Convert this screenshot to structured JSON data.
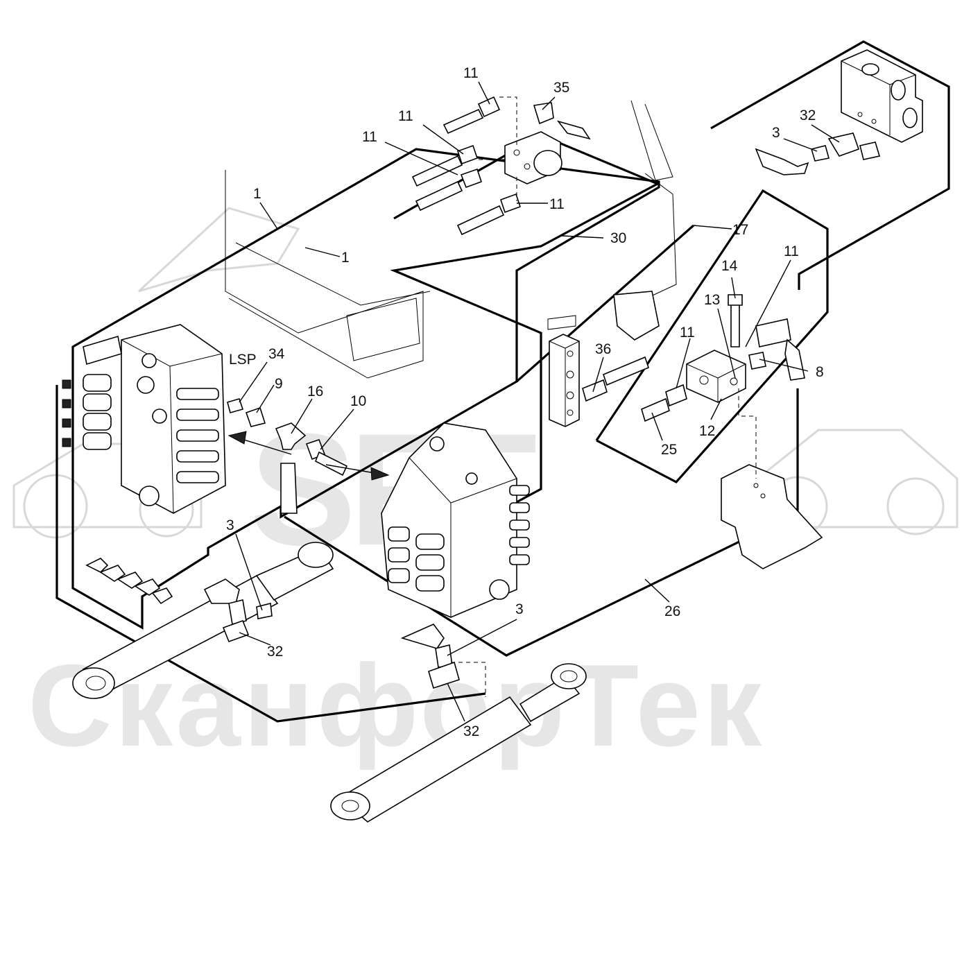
{
  "watermark": {
    "logo_text": "SFT",
    "brand_text": "СканфорТек"
  },
  "callouts": [
    {
      "id": "c-11a",
      "text": "11"
    },
    {
      "id": "c-35",
      "text": "35"
    },
    {
      "id": "c-11b",
      "text": "11"
    },
    {
      "id": "c-11c",
      "text": "11"
    },
    {
      "id": "c-11d",
      "text": "11"
    },
    {
      "id": "c-1a",
      "text": "1"
    },
    {
      "id": "c-1b",
      "text": "1"
    },
    {
      "id": "c-30",
      "text": "30"
    },
    {
      "id": "c-17",
      "text": "17"
    },
    {
      "id": "c-3a",
      "text": "3"
    },
    {
      "id": "c-32a",
      "text": "32"
    },
    {
      "id": "c-14",
      "text": "14"
    },
    {
      "id": "c-13",
      "text": "13"
    },
    {
      "id": "c-11e",
      "text": "11"
    },
    {
      "id": "c-11f",
      "text": "11"
    },
    {
      "id": "c-8",
      "text": "8"
    },
    {
      "id": "c-36",
      "text": "36"
    },
    {
      "id": "c-12",
      "text": "12"
    },
    {
      "id": "c-25",
      "text": "25"
    },
    {
      "id": "c-lsp",
      "text": "LSP"
    },
    {
      "id": "c-34",
      "text": "34"
    },
    {
      "id": "c-9",
      "text": "9"
    },
    {
      "id": "c-16",
      "text": "16"
    },
    {
      "id": "c-10",
      "text": "10"
    },
    {
      "id": "c-3b",
      "text": "3"
    },
    {
      "id": "c-32b",
      "text": "32"
    },
    {
      "id": "c-26",
      "text": "26"
    },
    {
      "id": "c-3c",
      "text": "3"
    },
    {
      "id": "c-32c",
      "text": "32"
    }
  ]
}
